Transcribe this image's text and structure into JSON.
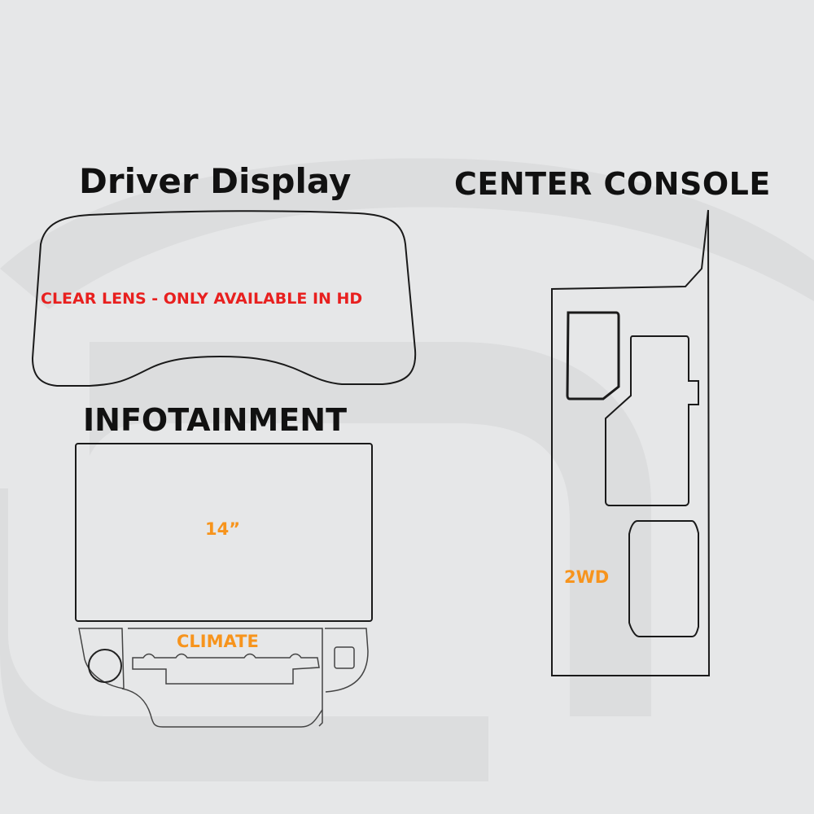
{
  "sections": {
    "driver_display": {
      "title": "Driver Display",
      "note": "CLEAR LENS - ONLY AVAILABLE IN HD"
    },
    "infotainment": {
      "title": "INFOTAINMENT",
      "screen_size": "14”",
      "climate_label": "CLIMATE"
    },
    "center_console": {
      "title": "CENTER CONSOLE",
      "variant": "2WD"
    }
  },
  "colors": {
    "background": "#e6e7e8",
    "watermark": "#dadbdc",
    "outline": "#1a1a1a",
    "title": "#111111",
    "warning_red": "#e8201f",
    "accent_orange": "#f7941d"
  }
}
